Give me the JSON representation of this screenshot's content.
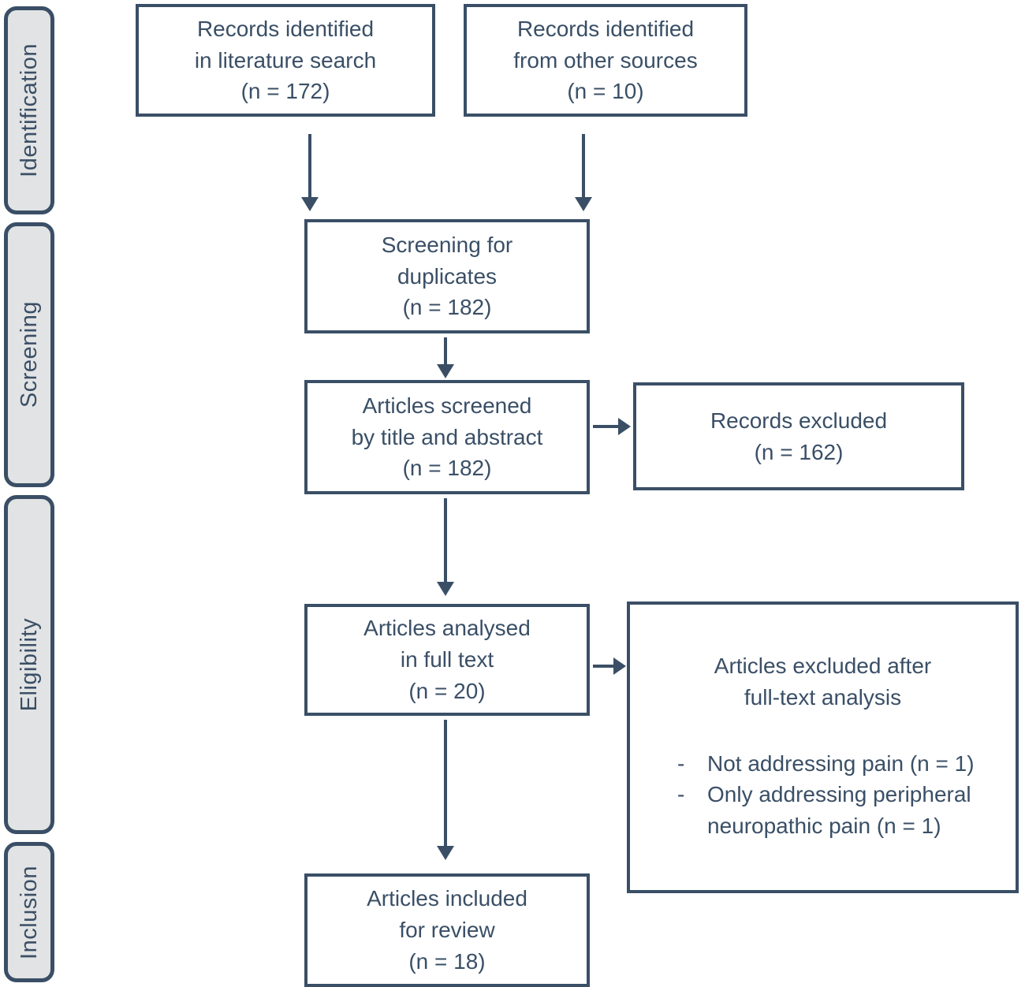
{
  "colors": {
    "accent": "#3a4f66",
    "box_border": "#3a4f66",
    "box_fill": "#ffffff",
    "sidebar_fill": "#e2e3e4",
    "text": "#3a4f66",
    "background": "#ffffff"
  },
  "stages": [
    {
      "label": "Identification"
    },
    {
      "label": "Screening"
    },
    {
      "label": "Eligibility"
    },
    {
      "label": "Inclusion"
    }
  ],
  "boxes": {
    "records_literature": {
      "n": 172,
      "lines": [
        "Records identified",
        "in literature search",
        "(n = 172)"
      ]
    },
    "records_other": {
      "n": 10,
      "lines": [
        "Records identified",
        "from other sources",
        "(n = 10)"
      ]
    },
    "screening_duplicates": {
      "n": 182,
      "lines": [
        "Screening for",
        "duplicates",
        "(n = 182)"
      ]
    },
    "screened_title_abstract": {
      "n": 182,
      "lines": [
        "Articles screened",
        "by title and abstract",
        "(n = 182)"
      ]
    },
    "records_excluded": {
      "n": 162,
      "lines": [
        "Records excluded",
        "(n = 162)"
      ]
    },
    "full_text_analysed": {
      "n": 20,
      "lines": [
        "Articles analysed",
        "in full text",
        "(n = 20)"
      ]
    },
    "full_text_excluded": {
      "heading_lines": [
        "Articles excluded after",
        "full-text analysis"
      ],
      "bullets": [
        {
          "marker": "-",
          "lines": [
            "Not addressing pain (n = 1)"
          ]
        },
        {
          "marker": "-",
          "lines": [
            "Only addressing peripheral",
            "neuropathic pain (n = 1)"
          ]
        }
      ]
    },
    "included_review": {
      "n": 18,
      "lines": [
        "Articles included",
        "for review",
        "(n = 18)"
      ]
    }
  }
}
